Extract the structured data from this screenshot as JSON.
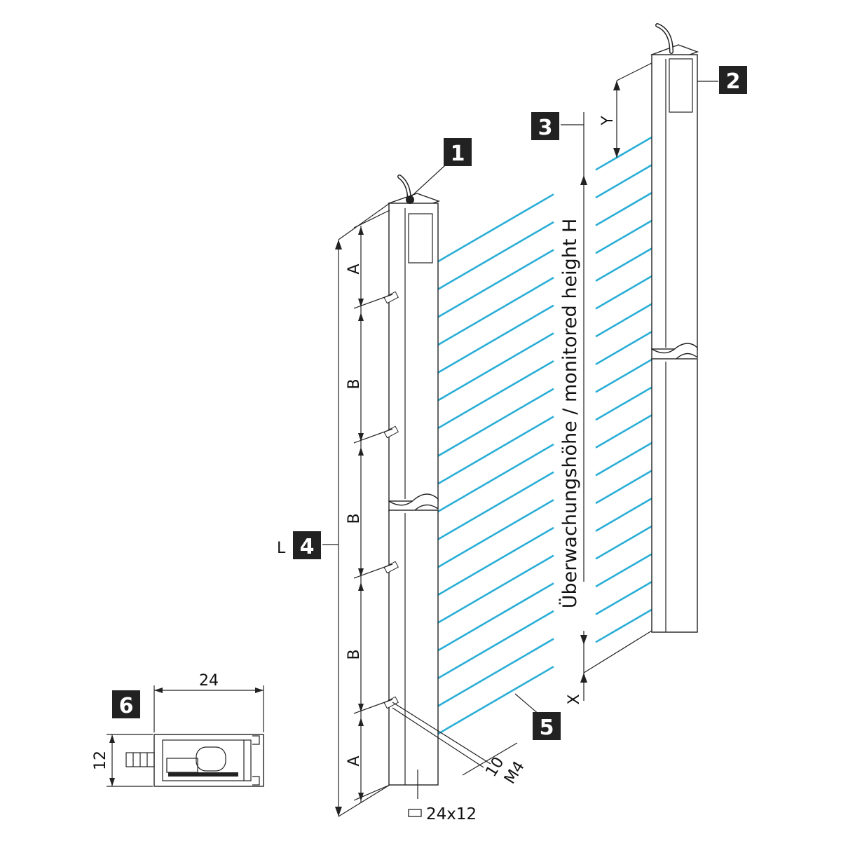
{
  "callouts": [
    "1",
    "2",
    "3",
    "4",
    "5",
    "6"
  ],
  "labels": {
    "L": "L",
    "A": "A",
    "B": "B",
    "X": "X",
    "Y": "Y",
    "monitored_height": "Überwachungshöhe / monitored height H",
    "thread_10": "10",
    "thread_m4": "M4",
    "profile": "24x12",
    "width_24": "24",
    "height_12": "12"
  },
  "colors": {
    "beam": "#2aaed6",
    "badge": "#222222",
    "line": "#222222"
  },
  "beam_count": 18
}
